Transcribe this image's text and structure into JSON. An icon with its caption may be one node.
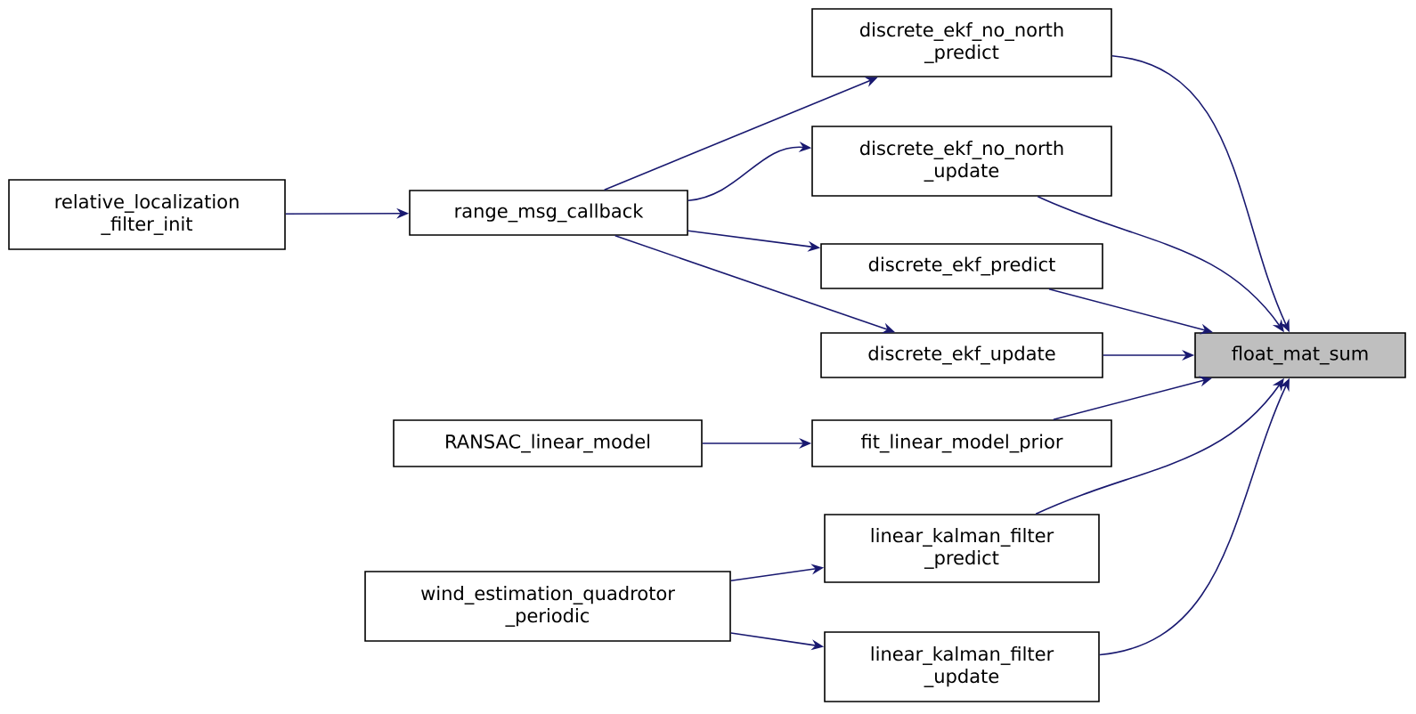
{
  "diagram": {
    "nodes": [
      {
        "text": [
          "float_mat_sum"
        ]
      },
      {
        "text": [
          "discrete_ekf_no_north _predict"
        ]
      },
      {
        "text": [
          "discrete_ekf_no_north _update"
        ]
      },
      {
        "text": [
          "discrete_ekf_predict"
        ]
      },
      {
        "text": [
          "discrete_ekf_update"
        ]
      },
      {
        "text": [
          "fit_linear_model_prior"
        ]
      },
      {
        "text": [
          "linear_kalman_filter _predict"
        ]
      },
      {
        "text": [
          "linear_kalman_filter _update"
        ]
      },
      {
        "text": [
          "range_msg_callback"
        ]
      },
      {
        "text": [
          "relative_localization _filter_init"
        ]
      },
      {
        "text": [
          "RANSAC_linear_model"
        ]
      },
      {
        "text": [
          "wind_estimation_quadrotor _periodic"
        ]
      }
    ],
    "edges": [
      {
        "from": 1,
        "to": 0,
        "arrow": "to"
      },
      {
        "from": 2,
        "to": 0,
        "arrow": "to"
      },
      {
        "from": 3,
        "to": 0,
        "arrow": "to"
      },
      {
        "from": 4,
        "to": 0,
        "arrow": "to"
      },
      {
        "from": 5,
        "to": 0,
        "arrow": "to"
      },
      {
        "from": 6,
        "to": 0,
        "arrow": "to"
      },
      {
        "from": 7,
        "to": 0,
        "arrow": "to"
      },
      {
        "from": 8,
        "to": 1,
        "arrow": "to"
      },
      {
        "from": 8,
        "to": 2,
        "arrow": "to"
      },
      {
        "from": 8,
        "to": 3,
        "arrow": "to"
      },
      {
        "from": 8,
        "to": 4,
        "arrow": "to"
      },
      {
        "from": 9,
        "to": 8,
        "arrow": "to"
      },
      {
        "from": 10,
        "to": 5,
        "arrow": "to"
      },
      {
        "from": 11,
        "to": 6,
        "arrow": "to"
      },
      {
        "from": 11,
        "to": 7,
        "arrow": "to"
      }
    ]
  }
}
